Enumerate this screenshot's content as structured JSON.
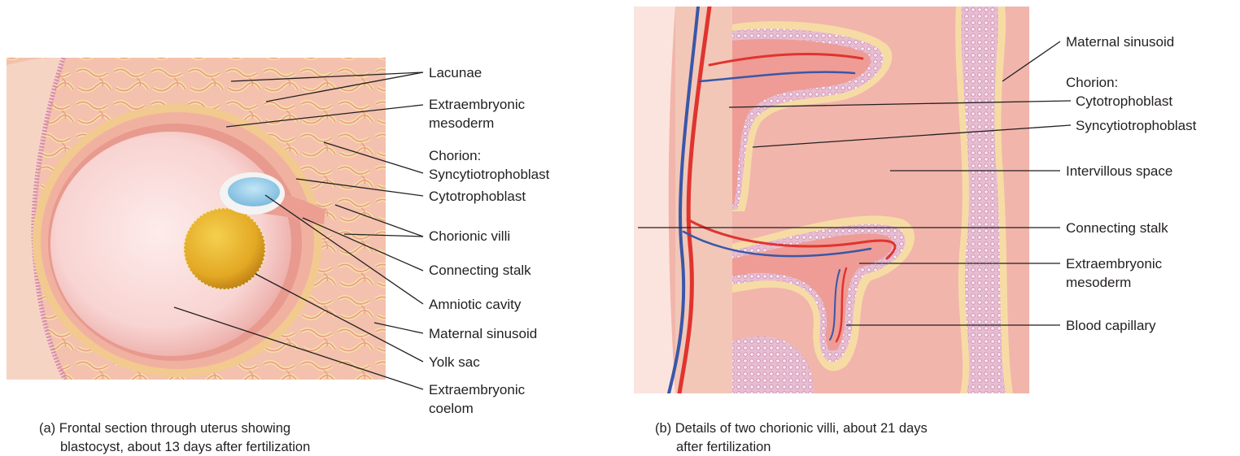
{
  "panel_a": {
    "labels": {
      "lacunae": "Lacunae",
      "extraembryonic_mesoderm_1": "Extraembryonic",
      "extraembryonic_mesoderm_2": "mesoderm",
      "chorion": "Chorion:",
      "syncytiotrophoblast": "Syncytiotrophoblast",
      "cytotrophoblast": "Cytotrophoblast",
      "chorionic_villi": "Chorionic villi",
      "connecting_stalk": "Connecting stalk",
      "amniotic_cavity": "Amniotic cavity",
      "maternal_sinusoid": "Maternal sinusoid",
      "yolk_sac": "Yolk sac",
      "extraembryonic_coelom_1": "Extraembryonic",
      "extraembryonic_coelom_2": "coelom"
    },
    "caption_line1": "(a) Frontal section through uterus showing",
    "caption_line2": "blastocyst, about 13 days after fertilization"
  },
  "panel_b": {
    "labels": {
      "maternal_sinusoid": "Maternal sinusoid",
      "chorion": "Chorion:",
      "cytotrophoblast": "Cytotrophoblast",
      "syncytiotrophoblast": "Syncytiotrophoblast",
      "intervillous_space": "Intervillous space",
      "connecting_stalk": "Connecting stalk",
      "extraembryonic_mesoderm_1": "Extraembryonic",
      "extraembryonic_mesoderm_2": "mesoderm",
      "blood_capillary": "Blood capillary"
    },
    "caption_line1": "(b) Details of two chorionic villi, about 21 days",
    "caption_line2": "after fertilization"
  },
  "colors": {
    "tissue_pink": "#f4bfae",
    "syncytio_tan": "#f6dca4",
    "cyto_lilac": "#e4b7cc",
    "coelom": "#f9d6d3",
    "yolk": "#e1a41f",
    "amnion": "#8ec9e6",
    "artery": "#e0342f",
    "vein": "#3a57a8"
  }
}
